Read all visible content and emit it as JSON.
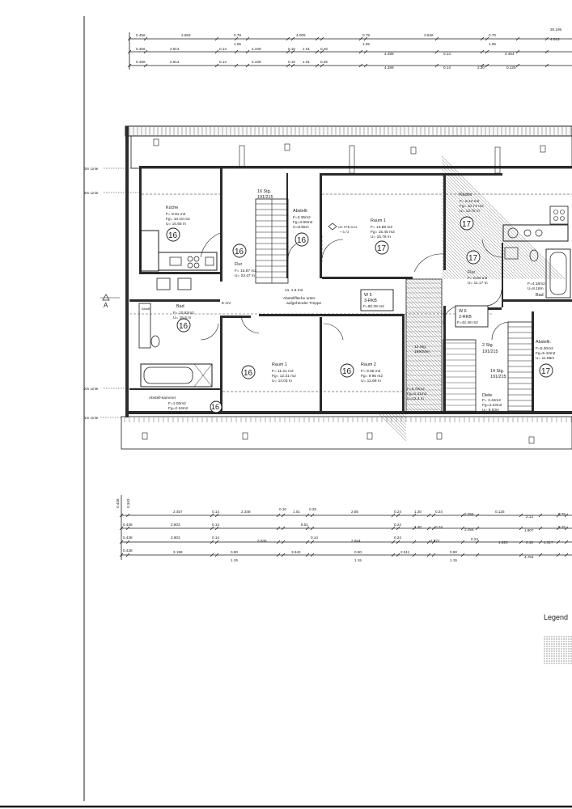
{
  "dimension_rows_top": [
    [
      "0.456",
      "2.983",
      "0.79",
      "4.009",
      "0.79",
      "3.846",
      "0.70",
      "4.013",
      "30.195"
    ],
    [
      "1.05",
      "1.05",
      "1.05"
    ],
    [
      "0.456",
      "2.814",
      "0.14",
      "2.348",
      "0.10",
      "1.01",
      "0.26",
      "4.289",
      "0.14",
      "4.454"
    ],
    [
      "0.456",
      "2.814",
      "0.14",
      "2.348",
      "0.10",
      "1.01",
      "0.26",
      "4.289",
      "0.14",
      "2.20",
      "0.125"
    ]
  ],
  "dimension_rows_bottom": [
    [
      "0.438",
      "0.343"
    ],
    [
      "2.457",
      "0.14",
      "2.348",
      "0.10",
      "1.01",
      "0.26",
      "2.85",
      "0.24",
      "1.30",
      "0.24",
      "2.056",
      "0.125",
      "2.13",
      "0.25"
    ],
    [
      "0.438",
      "2.803",
      "0.14",
      "8.51",
      "0.24",
      "1.30",
      "0.24",
      "2.056",
      "1.907",
      "0.25"
    ],
    [
      "0.438",
      "2.803",
      "0.14",
      "3.538",
      "0.14",
      "2.844",
      "0.24",
      "2.572",
      "0.24",
      "1.923",
      "0.10",
      "1.017"
    ],
    [
      "0.438",
      "3.199",
      "0.90",
      "3.642",
      "0.90",
      "2.511",
      "0.80",
      "4.764"
    ],
    [
      "1.15",
      "1.15",
      "1.15"
    ]
  ],
  "level_lines": [
    "3m Linie",
    "2m Linie",
    "2m Linie",
    "1m Linie"
  ],
  "section_marker": "A",
  "rooms": [
    {
      "name": "Küche",
      "lines": [
        "F= 8.91 m2",
        "Fg= 10.18 m2",
        "U= 15.55 m"
      ],
      "unit": "16"
    },
    {
      "name": "Flur",
      "lines": [
        "F= 15.87 m2",
        "U= 23.47 m"
      ],
      "unit": "16"
    },
    {
      "name": "Abstellr.",
      "lines": [
        "F=3.35m2",
        "Fg=3.80m2",
        "U=8.55m"
      ],
      "unit": "16"
    },
    {
      "name": "Raum 1",
      "lines": [
        "F= 13.88 m2",
        "Fg= 15.45 m2",
        "U= 15.78 m"
      ],
      "unit": "17"
    },
    {
      "name": "Küche",
      "lines": [
        "F= 8.12 m2",
        "Fg= 10.74 m2",
        "U= 13.75 m"
      ],
      "unit": "17"
    },
    {
      "name": "Flur",
      "lines": [
        "F= 6.84 m2",
        "U= 11.17 m"
      ],
      "unit": "17"
    },
    {
      "name": "Bad",
      "lines": [
        "F= 10.82m2",
        "U= 15.6 m"
      ],
      "unit": "16"
    },
    {
      "name": "Raum 1",
      "lines": [
        "F= 11.21 m2",
        "Fg= 12.31 m2",
        "U= 14.03 m"
      ],
      "unit": "16"
    },
    {
      "name": "Raum 2",
      "lines": [
        "F= 9.08 m2",
        "Fg= 9.95 m2",
        "U= 12.68 m"
      ],
      "unit": "16"
    },
    {
      "name": "Abstellr.",
      "lines": [
        "F=5.00m2",
        "Fg=5.42m2",
        "U= 11.98m"
      ],
      "unit": "17"
    },
    {
      "name": "Bad",
      "lines": [
        "F=4.18m2",
        "U=8.18m"
      ],
      "unit": "17"
    },
    {
      "name": "Diele",
      "lines": [
        "F= 3.44m2",
        "Fg=4.23m2",
        "U= 9.53m"
      ],
      "unit": "17"
    },
    {
      "name": "Abstell-kammer",
      "lines": [
        "F=1.05m2",
        "Fg=2.16m2",
        "U=7.5m"
      ],
      "unit": "16"
    }
  ],
  "stair_labels": [
    {
      "lines": [
        "16 Stg.",
        "191/215"
      ]
    },
    {
      "lines": [
        "2 Stg.",
        "191/215"
      ]
    },
    {
      "lines": [
        "14 Stg.",
        "191/215"
      ]
    },
    {
      "lines": [
        "13 Stg.",
        "189/24er."
      ]
    }
  ],
  "units": [
    {
      "name": "W 5",
      "type": "3-RKB",
      "area": "F=60.39 m2"
    },
    {
      "name": "W 6",
      "type": "2-RKB",
      "area": "F=42.46 m2"
    }
  ],
  "notes": [
    "Abstellfläche unter",
    "aufgehender Treppe",
    "ca. 1.6 m2",
    "OK FFB DG1",
    "+ 5.73",
    "E-UV",
    "Abluft",
    "F=5.79m2",
    "Fg=6.41m2",
    "U=12.4 m"
  ],
  "legend": "Legend"
}
